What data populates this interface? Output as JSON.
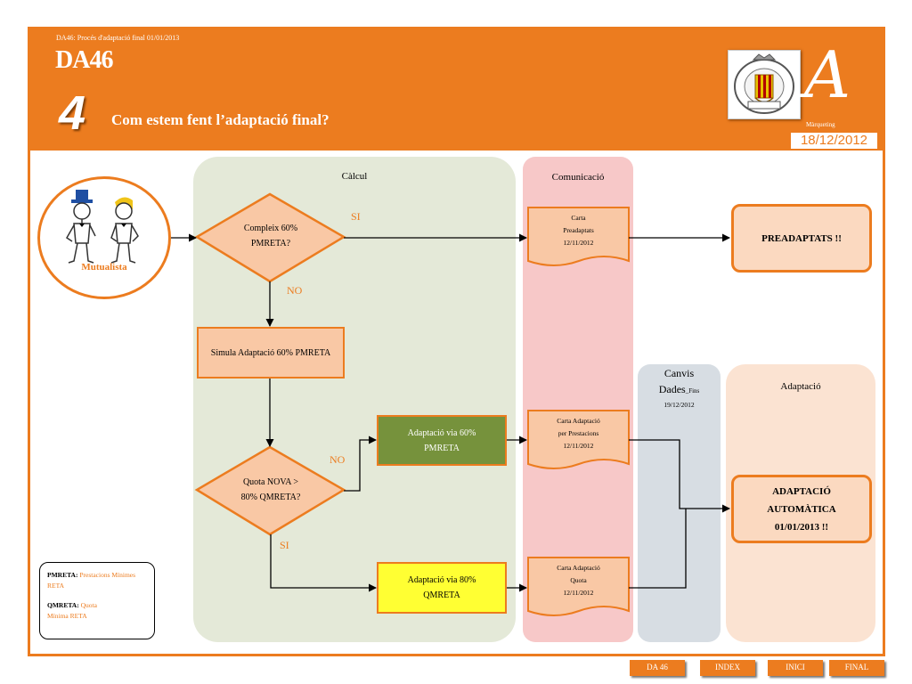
{
  "header": {
    "subtitle": "DA46: Procés d'adaptació final 01/01/2013",
    "code": "DA46",
    "step_number": "4",
    "question": "Com estem fent l’adaptació final?",
    "brand_letter": "A",
    "brand_name": "Màrqueting",
    "date": "18/12/2012",
    "logo_icon": "college-crest-logo"
  },
  "actor": {
    "label": "Mutualista",
    "icon": "two-people-figures-icon"
  },
  "lanes": {
    "calcul": "Càlcul",
    "comunicacio": "Comunicació",
    "canvis_line1": "Canvis",
    "canvis_line2": "Dades",
    "canvis_suffix": "_Fins",
    "canvis_date": "19/12/2012",
    "adaptacio": "Adaptació"
  },
  "flow": {
    "decision1_line1": "Compleix 60%",
    "decision1_line2": "PMRETA?",
    "decision1_yes": "SI",
    "decision1_no": "NO",
    "simulate": "Simula Adaptació 60% PMRETA",
    "decision2_line1": "Quota NOVA >",
    "decision2_line2": "80% QMRETA?",
    "decision2_no": "NO",
    "decision2_yes": "SI",
    "green_line1": "Adaptació  via 60%",
    "green_line2": "PMRETA",
    "yellow_line1": "Adaptació  via 80%",
    "yellow_line2": "QMRETA"
  },
  "documents": {
    "doc1": [
      "Carta",
      "Preadaptats",
      "12/11/2012"
    ],
    "doc2": [
      "Carta Adaptació",
      "per Prestacions",
      "12/11/2012"
    ],
    "doc3": [
      "Carta Adaptació",
      "Quota",
      "12/11/2012"
    ]
  },
  "results": {
    "preadaptats": "PREADAPTATS !!",
    "auto_line1": "ADAPTACIÓ",
    "auto_line2": "AUTOMÀTICA",
    "auto_line3": "01/01/2013 !!"
  },
  "legend": {
    "pmreta_key": "PMRETA:",
    "pmreta_val1": "Prestacions Mínimes",
    "pmreta_val2": "RETA",
    "qmreta_key": "QMRETA:",
    "qmreta_val1": "Quota",
    "qmreta_val2": "Mínima RETA"
  },
  "nav": {
    "da46": "DA 46",
    "index": "INDEX",
    "inici": "INICI",
    "final": "FINAL"
  },
  "colors": {
    "accent": "#ec7c1f",
    "green": "#76923c",
    "yellow": "#ffff33"
  }
}
